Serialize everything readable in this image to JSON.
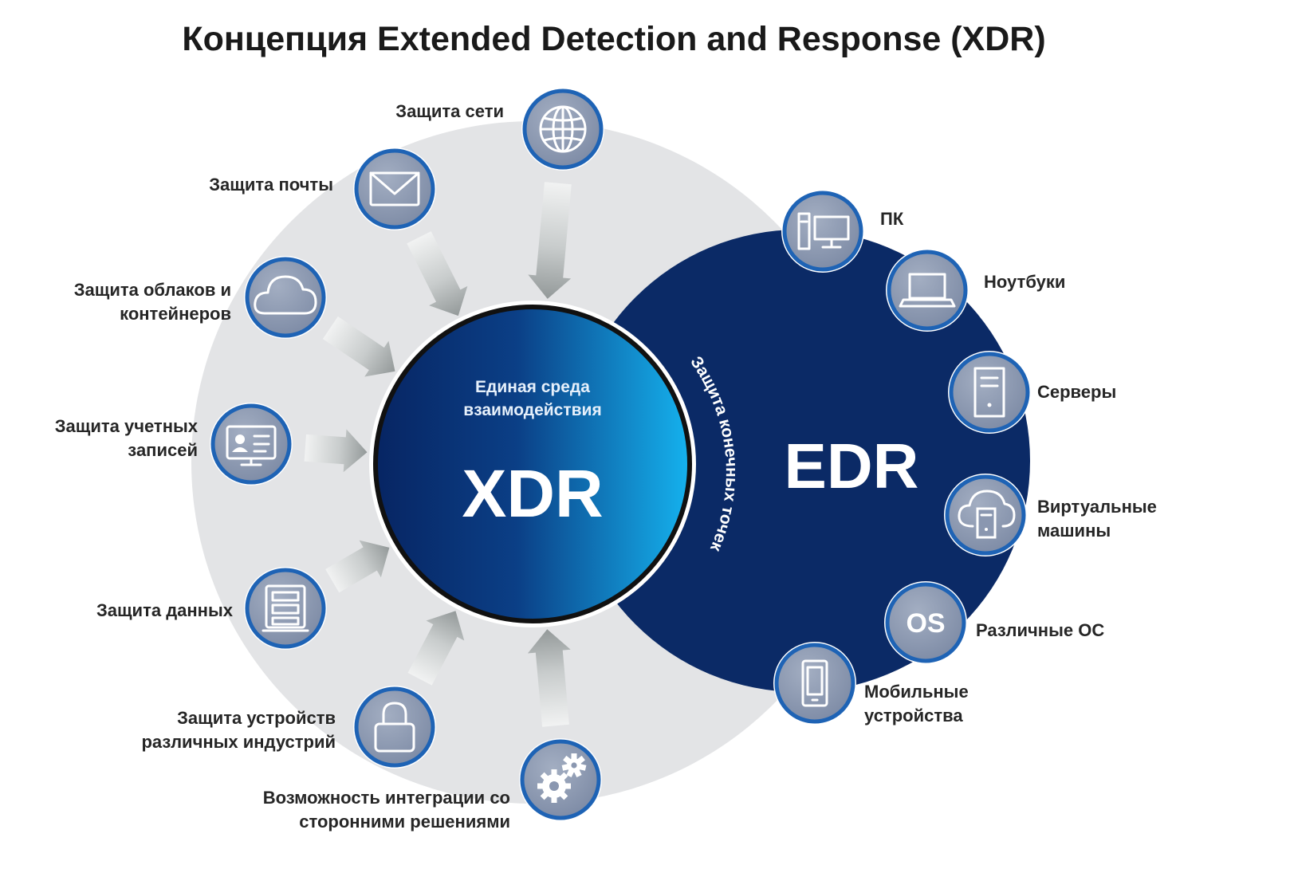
{
  "title": "Концепция Extended Detection and Response (XDR)",
  "hub": {
    "subtitle_line1": "Единая среда",
    "subtitle_line2": "взаимодействия",
    "label": "XDR"
  },
  "edr": {
    "label": "EDR",
    "arc_label": "Защита конечных точек"
  },
  "xdr_capabilities": [
    {
      "lines": [
        "Защита сети"
      ],
      "icon": "globe-icon"
    },
    {
      "lines": [
        "Защита почты"
      ],
      "icon": "envelope-icon"
    },
    {
      "lines": [
        "Защита облаков и",
        "контейнеров"
      ],
      "icon": "cloud-icon"
    },
    {
      "lines": [
        "Защита учетных",
        "записей"
      ],
      "icon": "id-card-icon"
    },
    {
      "lines": [
        "Защита данных"
      ],
      "icon": "server-rack-icon"
    },
    {
      "lines": [
        "Защита устройств",
        "различных индустрий"
      ],
      "icon": "lock-icon"
    },
    {
      "lines": [
        "Возможность интеграции со",
        "сторонними решениями"
      ],
      "icon": "gears-icon"
    }
  ],
  "edr_endpoints": [
    {
      "lines": [
        "ПК"
      ],
      "icon": "desktop-icon"
    },
    {
      "lines": [
        "Ноутбуки"
      ],
      "icon": "laptop-icon"
    },
    {
      "lines": [
        "Серверы"
      ],
      "icon": "server-icon"
    },
    {
      "lines": [
        "Виртуальные",
        "машины"
      ],
      "icon": "cloud-server-icon"
    },
    {
      "lines": [
        "Различные ОС"
      ],
      "icon": "os-icon",
      "icon_text": "OS"
    },
    {
      "lines": [
        "Мобильные",
        "устройства"
      ],
      "icon": "mobile-icon"
    }
  ],
  "colors": {
    "ring": "#e3e4e6",
    "edr_fill": "#0b2a66",
    "hub_dark": "#082a6a",
    "hub_light": "#12a7e8",
    "badge_border": "#1e63b5",
    "badge_fill": "#8e9bb3",
    "arrow": "#b8bcbc"
  }
}
